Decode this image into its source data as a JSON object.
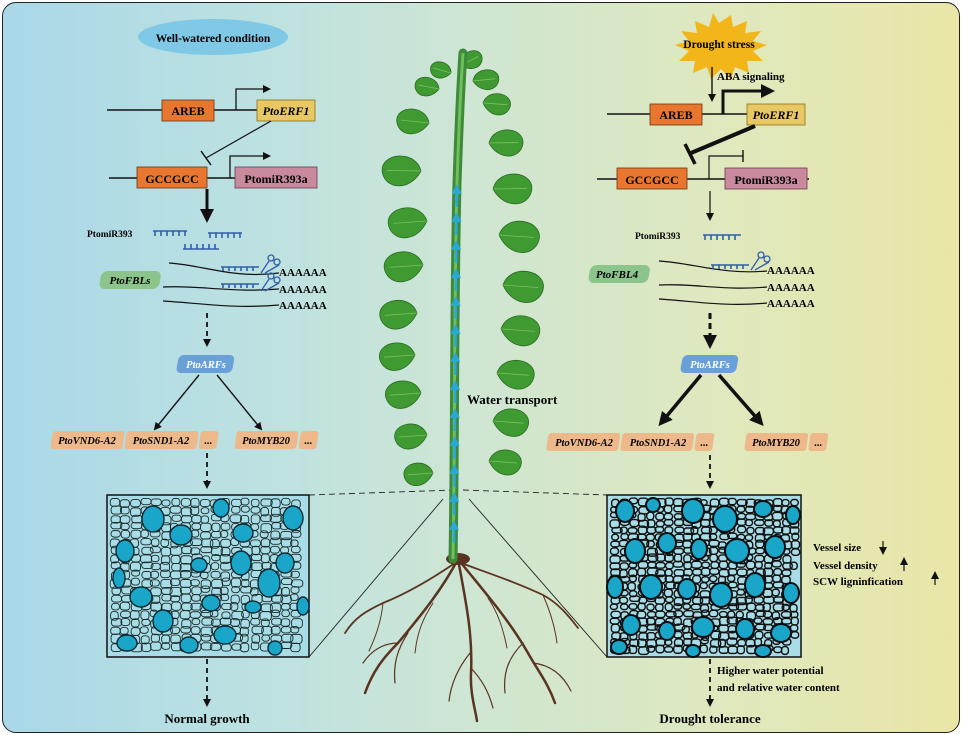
{
  "left": {
    "condition": "Well-watered condition",
    "areb": "AREB",
    "erf1": "PtoERF1",
    "gccgcc": "GCCGCC",
    "mir393a": "PtomiR393a",
    "mir393": "PtomiR393",
    "fbl": "PtoFBLs",
    "polyA": [
      "AAAAAA",
      "AAAAAA",
      "AAAAAA"
    ],
    "arfs": "PtoARFs",
    "genes": [
      "PtoVND6-A2",
      "PtoSND1-A2",
      "...",
      "PtoMYB20",
      "..."
    ],
    "outcome": "Normal growth"
  },
  "center": {
    "water_transport": "Water transport"
  },
  "right": {
    "condition": "Drought stress",
    "aba": "ABA signaling",
    "areb": "AREB",
    "erf1": "PtoERF1",
    "gccgcc": "GCCGCC",
    "mir393a": "PtomiR393a",
    "mir393": "PtomiR393",
    "fbl": "PtoFBL4",
    "polyA": [
      "AAAAAA",
      "AAAAAA",
      "AAAAAA"
    ],
    "arfs": "PtoARFs",
    "genes": [
      "PtoVND6-A2",
      "PtoSND1-A2",
      "...",
      "PtoMYB20",
      "..."
    ],
    "traits": [
      "Vessel size",
      "Vessel density",
      "SCW ligninfication"
    ],
    "water_note_1": "Higher water potential",
    "water_note_2": "and relative water content",
    "outcome": "Drought tolerance"
  },
  "colors": {
    "promoter": "#e8762e",
    "erf_gene": "#e8c862",
    "mir_gene": "#c98a9e",
    "fbl": "#8cc58c",
    "arfs": "#6aa0d8",
    "gene_box": "#edb98a",
    "vessel": "#1aa6c8",
    "cell": "#a8dce6",
    "mirna": "#2f5fa8",
    "stem": "#3d8a3a",
    "leaf": "#3f9a32",
    "root": "#5a3420"
  }
}
